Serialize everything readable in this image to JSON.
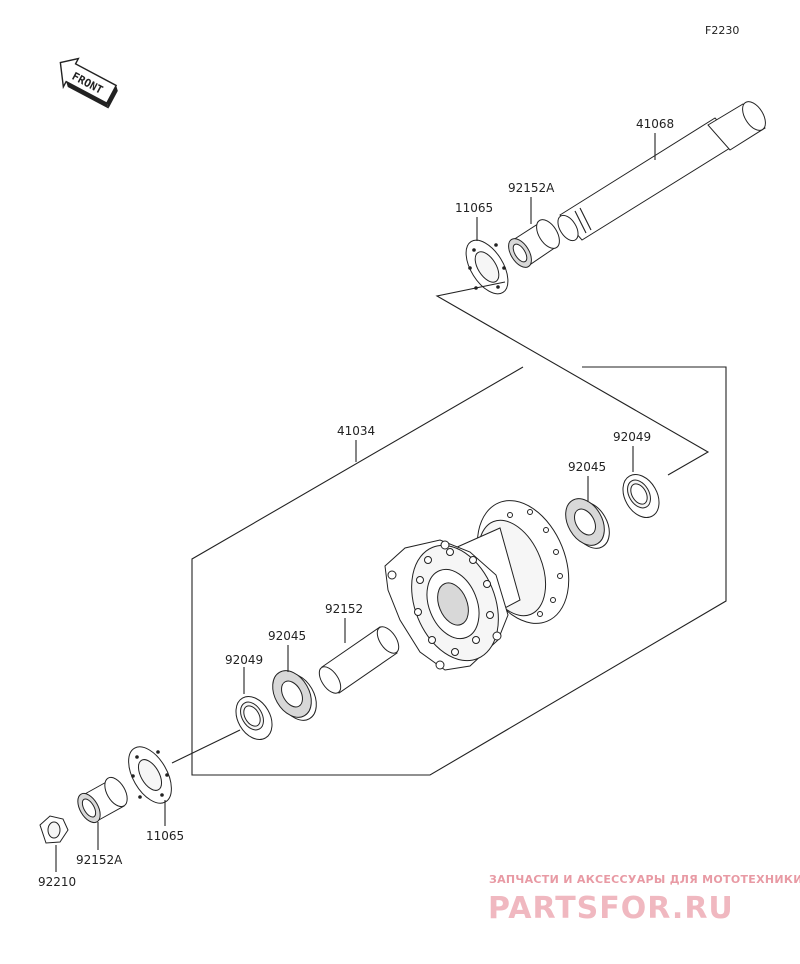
{
  "figure_code": "F2230",
  "front_arrow": {
    "label": "FRONT",
    "icon": "front-direction-arrow-icon"
  },
  "parts": {
    "axle": "41068",
    "collar_top": "92152A",
    "cover_top": "11065",
    "hub": "41034",
    "bearing_right": "92045",
    "seal_right": "92049",
    "spacer": "92152",
    "bearing_left": "92045",
    "seal_left": "92049",
    "cover_bottom": "11065",
    "collar_bottom": "92152A",
    "nut": "92210"
  },
  "watermark": {
    "subtitle": "ЗАПЧАСТИ И АКСЕССУАРЫ ДЛЯ МОТОТЕХНИКИ",
    "brand": "PARTSFOR.RU"
  }
}
